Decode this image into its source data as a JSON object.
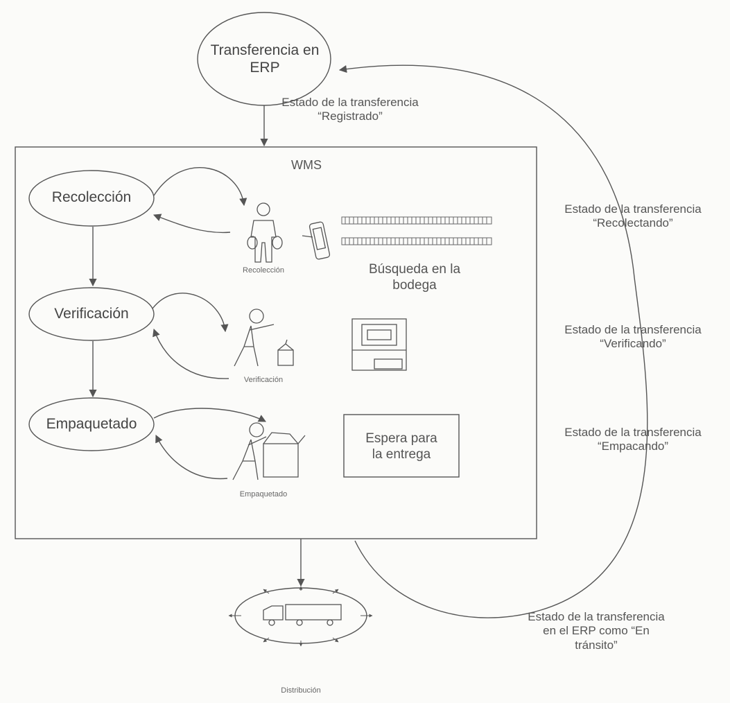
{
  "erp_node": {
    "line1": "Transferencia en",
    "line2": "ERP"
  },
  "state_registrado": {
    "line1": "Estado de la transferencia",
    "line2": "“Registrado”"
  },
  "wms": {
    "title": "WMS"
  },
  "steps": {
    "recoleccion": {
      "label": "Recolección",
      "icon_caption": "Recolección"
    },
    "verificacion": {
      "label": "Verificación",
      "icon_caption": "Verificación"
    },
    "empaquetado": {
      "label": "Empaquetado",
      "icon_caption": "Empaquetado"
    }
  },
  "busqueda": {
    "line1": "Búsqueda en la",
    "line2": "bodega"
  },
  "espera": {
    "line1": "Espera para",
    "line2": "la entrega"
  },
  "states": {
    "recolectando": {
      "line1": "Estado de la transferencia",
      "line2": "“Recolectando”"
    },
    "verificando": {
      "line1": "Estado de la transferencia",
      "line2": "“Verificando”"
    },
    "empacando": {
      "line1": "Estado de la transferencia",
      "line2": "“Empacando”"
    },
    "en_transito": {
      "line1": "Estado de la transferencia",
      "line2": "en el ERP como “En",
      "line3": "tránsito”"
    }
  },
  "distribucion": {
    "caption": "Distribución"
  },
  "icons": [
    "picker-person-icon",
    "handheld-scanner-icon",
    "shelf-rack-icon",
    "person-with-box-icon",
    "computer-terminal-icon",
    "packing-person-icon",
    "delivery-truck-icon"
  ]
}
